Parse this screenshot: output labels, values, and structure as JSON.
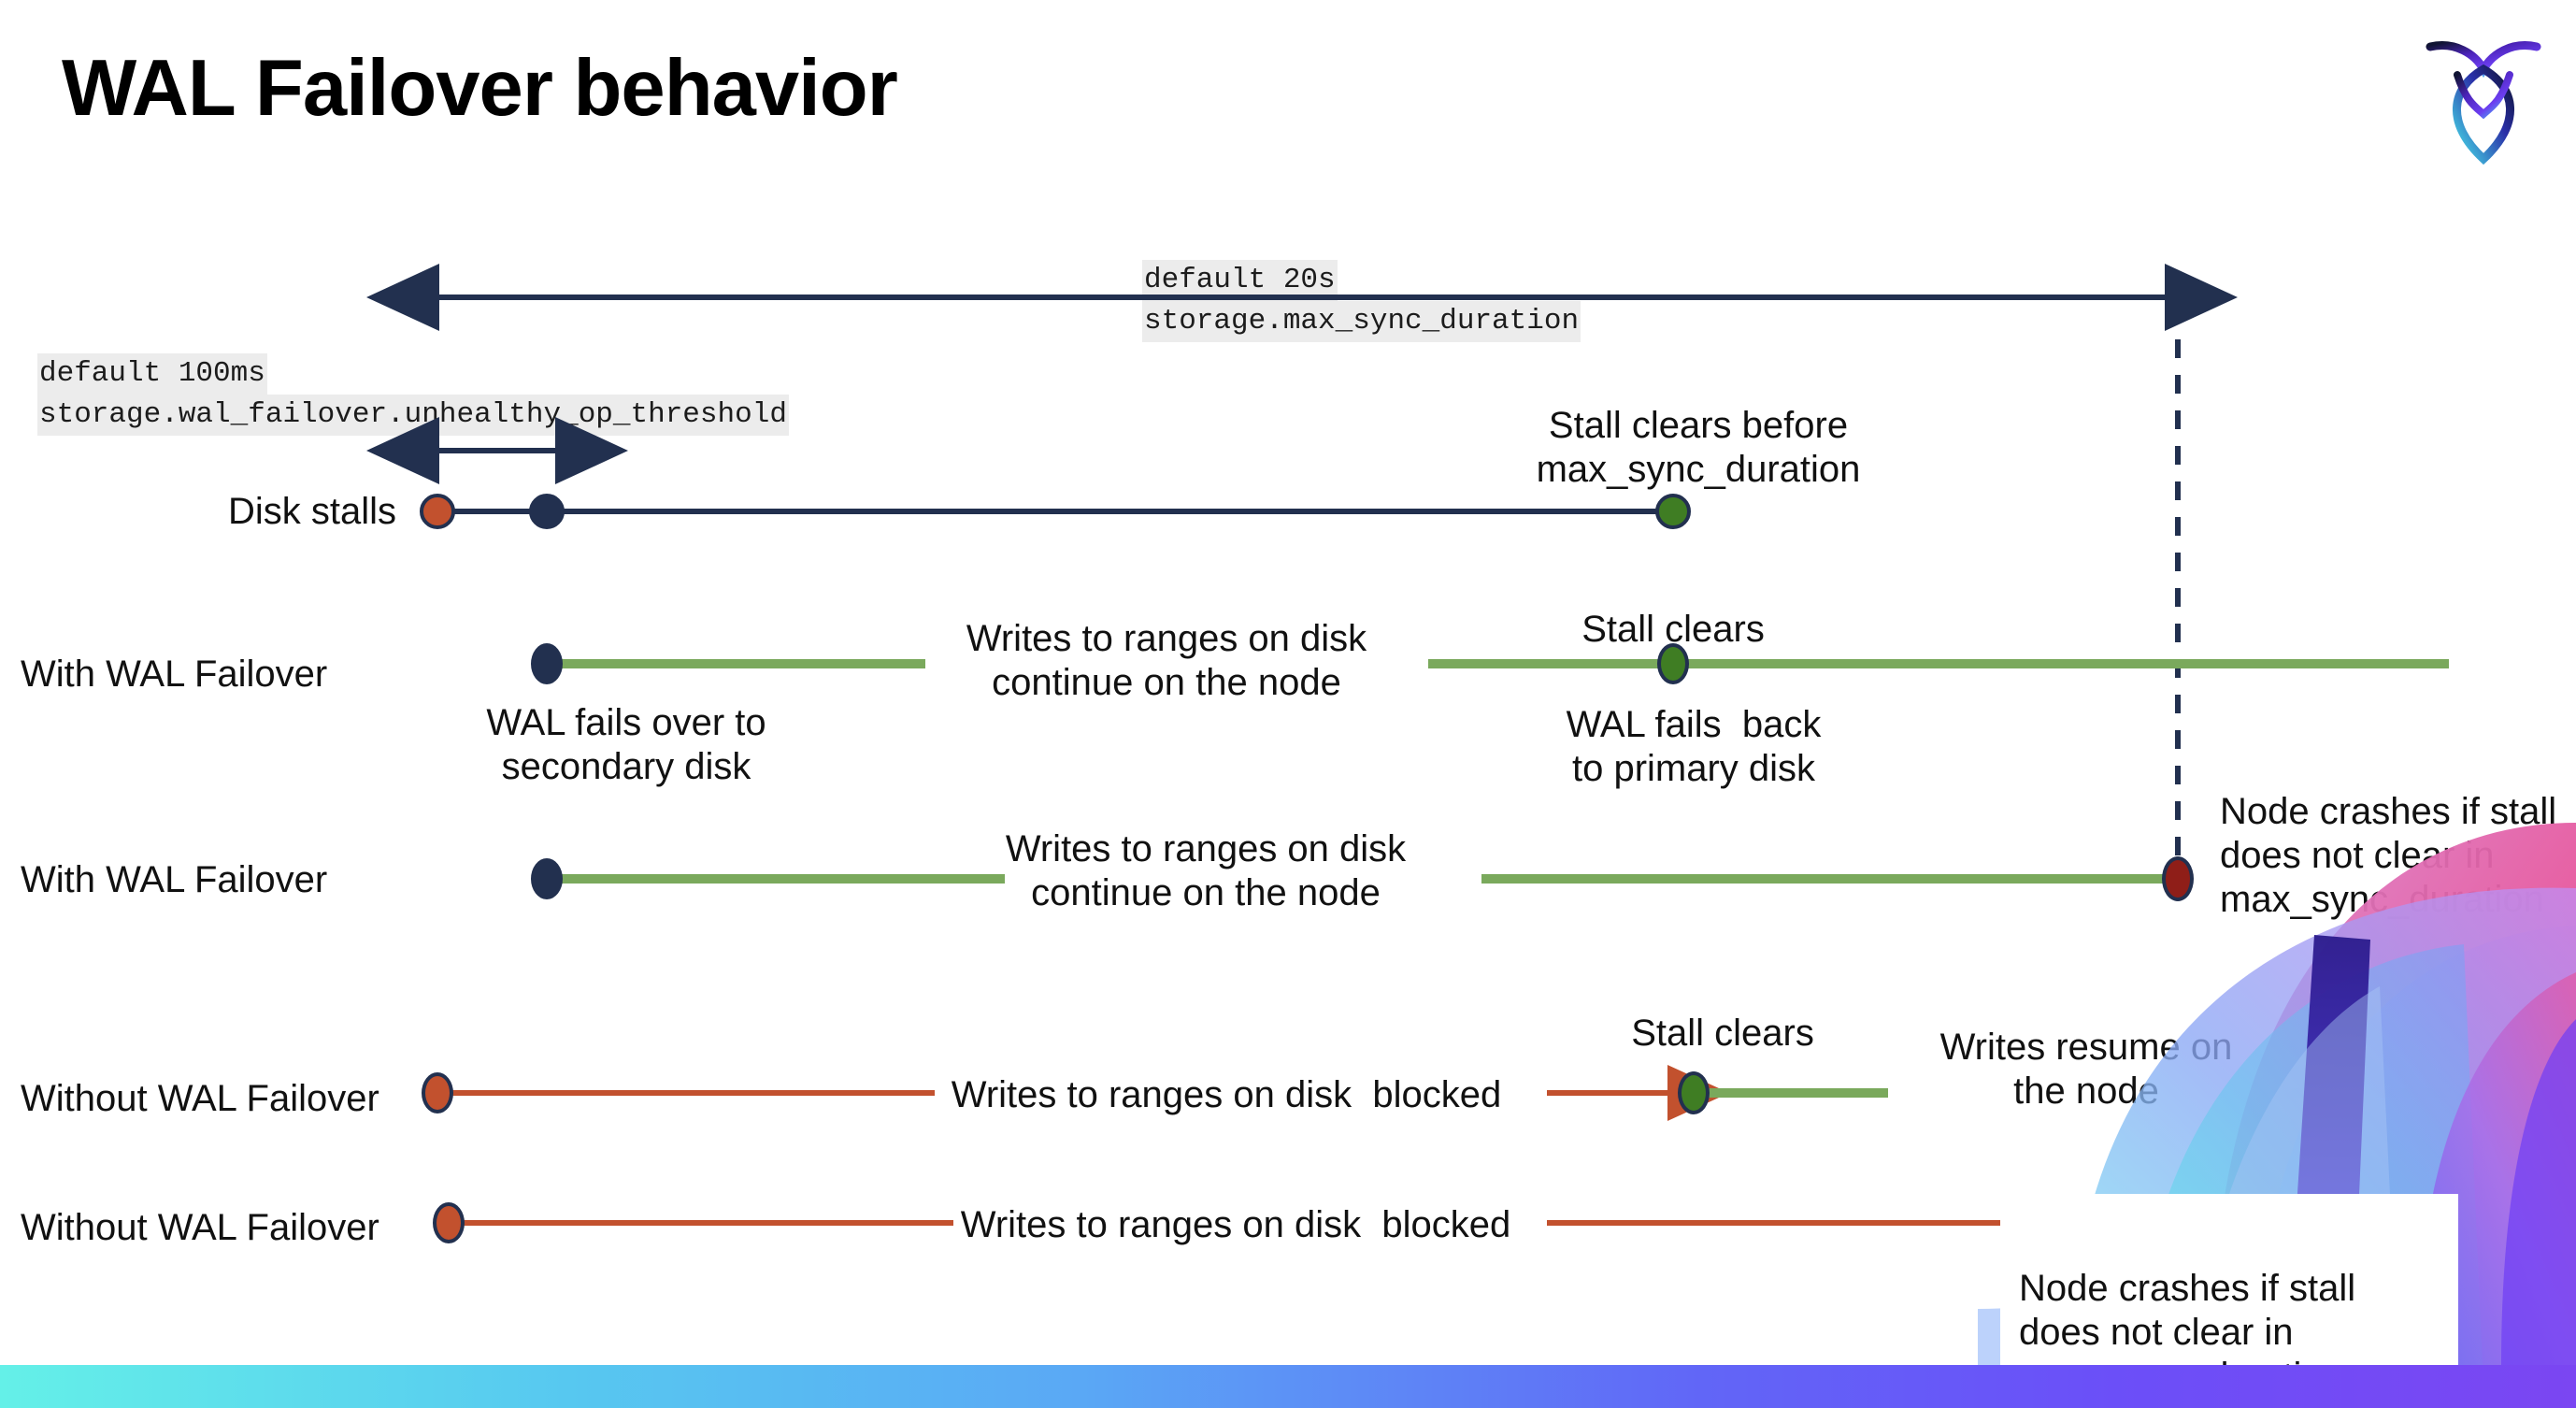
{
  "slide": {
    "title": "WAL Failover behavior",
    "logo_name": "cockroachdb-logo"
  },
  "colors": {
    "navy": "#22304f",
    "green_line": "#7aa95c",
    "green_dot": "#3f7d23",
    "orange": "#c2512e",
    "dark_red": "#8f1e18",
    "code_bg": "#ececec",
    "bar_gradient_start": "#64f0e8",
    "bar_gradient_end": "#7b46f2"
  },
  "annotations": {
    "max_sync": {
      "line1": "default 20s",
      "line2": "storage.max_sync_duration"
    },
    "unhealthy_threshold": {
      "line1": "default 100ms",
      "line2": "storage.wal_failover.unhealthy_op_threshold"
    }
  },
  "rows": [
    {
      "id": "disk-stalls",
      "label": "Disk stalls",
      "notes": [
        {
          "id": "stall-clears-before",
          "text": "Stall clears before\nmax_sync_duration"
        }
      ]
    },
    {
      "id": "with-wal-failover-1",
      "label": "With WAL Failover",
      "notes": [
        {
          "id": "writes-continue-1",
          "text": "Writes to ranges on disk\ncontinue on the node"
        },
        {
          "id": "stall-clears-1",
          "text": "Stall clears"
        },
        {
          "id": "wal-fails-over",
          "text": "WAL fails over to\nsecondary disk"
        },
        {
          "id": "wal-fails-back",
          "text": "WAL fails  back\nto primary disk"
        }
      ]
    },
    {
      "id": "with-wal-failover-2",
      "label": "With WAL Failover",
      "notes": [
        {
          "id": "writes-continue-2",
          "text": "Writes to ranges on disk\ncontinue on the node"
        },
        {
          "id": "node-crashes-1",
          "text": "Node crashes if stall\ndoes not clear in\nmax_sync_duration"
        }
      ]
    },
    {
      "id": "without-wal-failover-1",
      "label": "Without WAL Failover",
      "notes": [
        {
          "id": "writes-blocked-1",
          "text": "Writes to ranges on disk  blocked"
        },
        {
          "id": "stall-clears-2",
          "text": "Stall clears"
        },
        {
          "id": "writes-resume",
          "text": "Writes resume on\nthe node"
        }
      ]
    },
    {
      "id": "without-wal-failover-2",
      "label": "Without WAL Failover",
      "notes": [
        {
          "id": "writes-blocked-2",
          "text": "Writes to ranges on disk  blocked"
        },
        {
          "id": "node-crashes-2",
          "text": "Node crashes if stall\ndoes not clear in\nmax_sync_duration"
        }
      ]
    }
  ],
  "icons": {
    "arrow_left": "arrow-left-icon",
    "arrow_right": "arrow-right-icon",
    "double_arrow": "double-arrow-icon",
    "dashed_guide": "dashed-guideline-icon"
  }
}
